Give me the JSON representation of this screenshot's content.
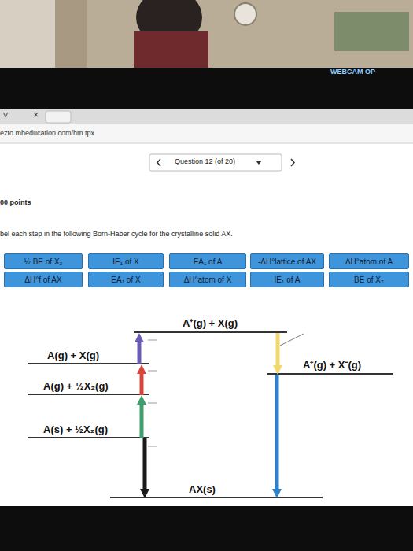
{
  "diagram": {
    "nodes": [
      {
        "text": [
          "½ BE of X₂"
        ]
      },
      {
        "text": [
          "IE₁ of X"
        ]
      },
      {
        "text": [
          "EA₁ of A"
        ]
      },
      {
        "text": [
          "-ΔH°lattice of AX"
        ]
      },
      {
        "text": [
          "ΔH°atom of A"
        ]
      },
      {
        "text": [
          "ΔH°f of AX"
        ]
      },
      {
        "text": [
          "EA₁ of X"
        ]
      },
      {
        "text": [
          "ΔH°atom of X"
        ]
      },
      {
        "text": [
          "IE₁ of A"
        ]
      },
      {
        "text": [
          "BE of X₂"
        ]
      },
      {
        "text": [
          "A⁺(g) + X(g)"
        ]
      },
      {
        "text": [
          "A(g) + X(g)"
        ]
      },
      {
        "text": [
          "A⁺(g) + X⁻(g)"
        ]
      },
      {
        "text": [
          "A(g) + ½X₂(g)"
        ]
      },
      {
        "text": [
          "A(s) + ½X₂(g)"
        ]
      },
      {
        "text": [
          "AX(s)"
        ]
      }
    ],
    "edges": [
      {
        "from": 11,
        "to": 10,
        "arrow": "to"
      },
      {
        "from": 13,
        "to": 11,
        "arrow": "to"
      },
      {
        "from": 14,
        "to": 13,
        "arrow": "to"
      },
      {
        "from": 14,
        "to": 15,
        "arrow": "to"
      },
      {
        "from": 10,
        "to": 12,
        "arrow": "to"
      },
      {
        "from": 12,
        "to": 15,
        "arrow": "to"
      }
    ],
    "labels": [
      "WEBCAM OP",
      "V",
      "×",
      "ezto.mheducation.com/hm.tpx",
      "Question 12 (of 20)",
      "00 points",
      "bel each step in the following Born-Haber cycle for the crystalline solid AX."
    ]
  }
}
